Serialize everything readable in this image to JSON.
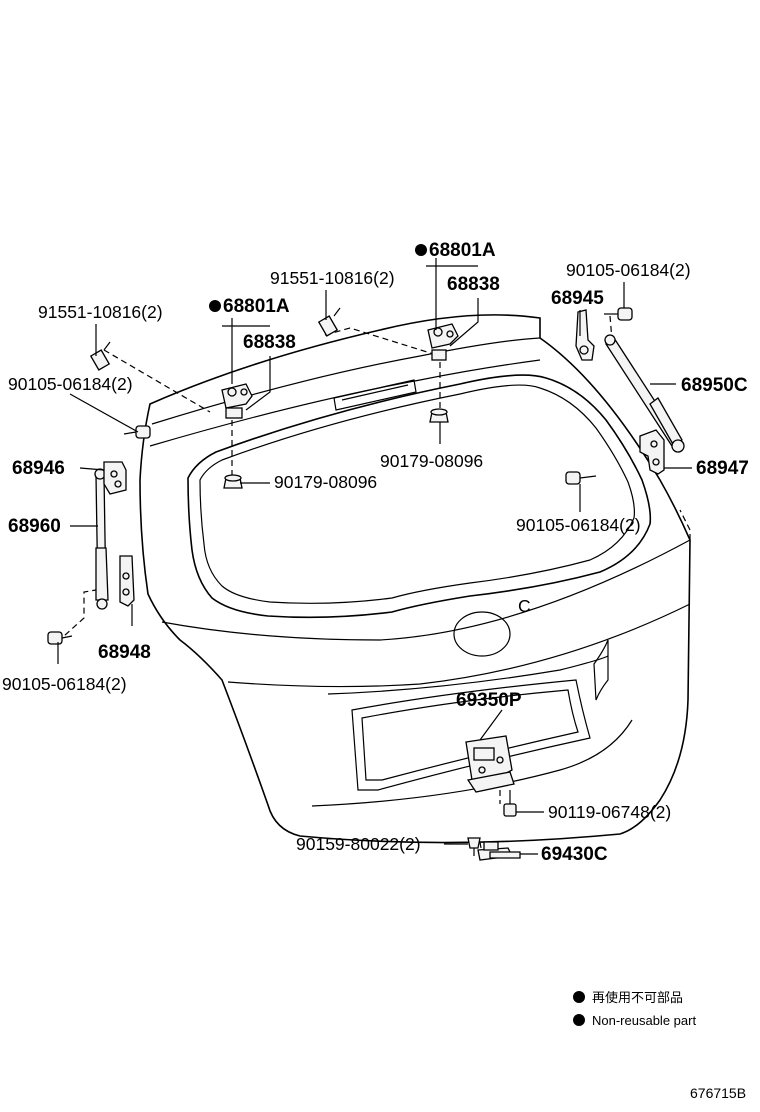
{
  "labels": {
    "l_68801A_right": "68801A",
    "l_68838_right": "68838",
    "l_91551_right": "91551-10816(2)",
    "l_90105_top_right": "90105-06184(2)",
    "l_68945": "68945",
    "l_68950C": "68950C",
    "l_91551_left": "91551-10816(2)",
    "l_68801A_left": "68801A",
    "l_68838_left": "68838",
    "l_90105_left_top": "90105-06184(2)",
    "l_68946": "68946",
    "l_68960": "68960",
    "l_90179_right": "90179-08096",
    "l_90179_left": "90179-08096",
    "l_68947": "68947",
    "l_90105_mid_right": "90105-06184(2)",
    "l_68948": "68948",
    "l_90105_left_bottom": "90105-06184(2)",
    "l_69350P": "69350P",
    "l_90119": "90119-06748(2)",
    "l_90159": "90159-80022(2)",
    "l_69430C": "69430C",
    "glass_mark": "C"
  },
  "legend": {
    "jp": "再使用不可部品",
    "en": "Non-reusable part"
  },
  "reference_code": "676715B"
}
